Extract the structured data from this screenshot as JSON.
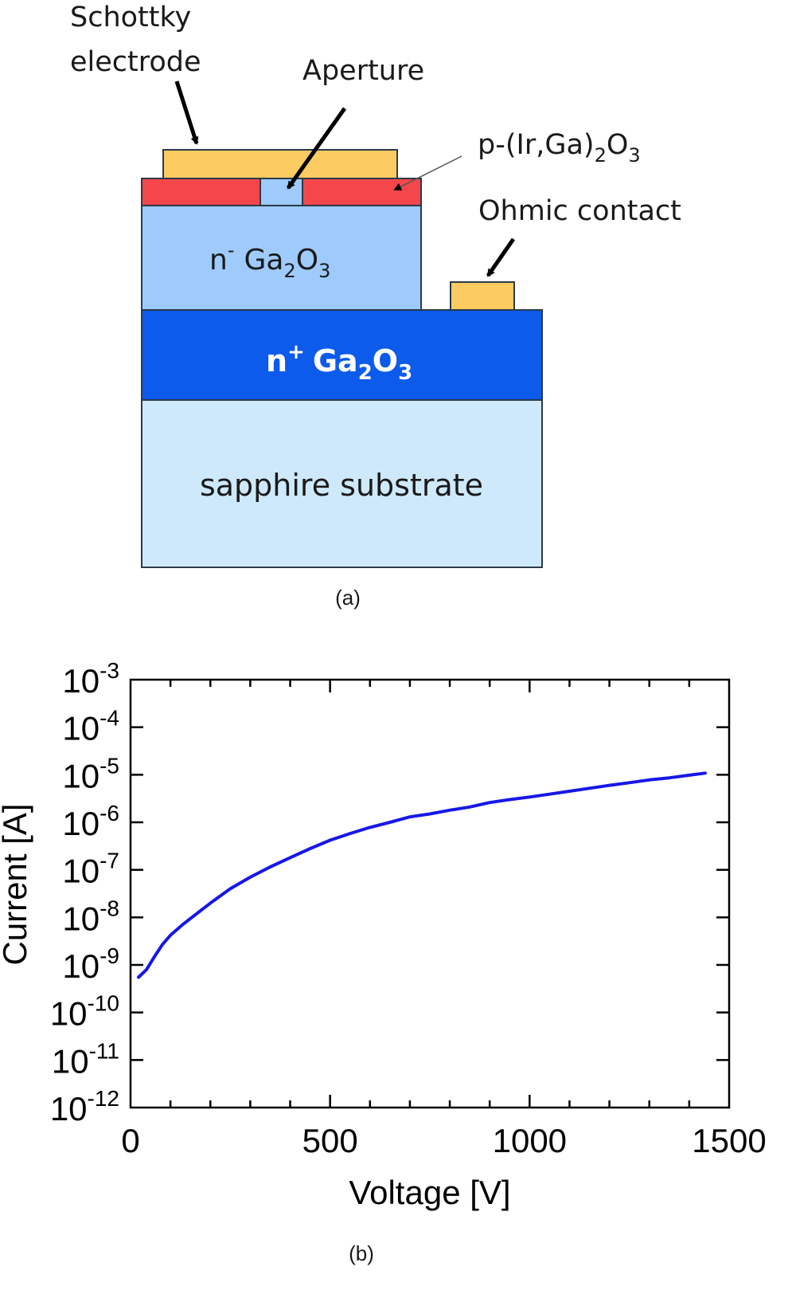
{
  "panel_a": {
    "caption": "(a)",
    "labels": {
      "schottky_line1": "Schottky",
      "schottky_line2": "electrode",
      "aperture": "Aperture",
      "p_layer_prefix": "p-(Ir,Ga)",
      "p_layer_sub": "2",
      "p_layer_mid": "O",
      "p_layer_sub2": "3",
      "ohmic": "Ohmic contact",
      "n_minus_base": "n",
      "n_minus_sup": "-",
      "n_minus_ga": "Ga",
      "n_minus_sub1": "2",
      "n_minus_o": "O",
      "n_minus_sub2": "3",
      "n_plus_base": "n",
      "n_plus_sup": "+",
      "n_plus_ga": "Ga",
      "n_plus_sub1": "2",
      "n_plus_o": "O",
      "n_plus_sub2": "3",
      "substrate": "sapphire substrate"
    },
    "colors": {
      "electrode": "#FCCB62",
      "p_layer": "#F5474B",
      "n_minus": "#9ECBFC",
      "n_plus": "#0C5BEB",
      "substrate": "#CEE9FC",
      "outline": "#2B3A4A"
    }
  },
  "panel_b": {
    "caption": "(b)"
  },
  "chart_data": {
    "type": "line",
    "xlabel": "Voltage [V]",
    "ylabel": "Current [A]",
    "xlim": [
      0,
      1500
    ],
    "ylim": [
      1e-12,
      0.001
    ],
    "yscale": "log",
    "x_ticks": [
      "0",
      "500",
      "1000",
      "1500"
    ],
    "y_ticks": [
      {
        "base": "10",
        "exp": "-12"
      },
      {
        "base": "10",
        "exp": "-11"
      },
      {
        "base": "10",
        "exp": "-10"
      },
      {
        "base": "10",
        "exp": "-9"
      },
      {
        "base": "10",
        "exp": "-8"
      },
      {
        "base": "10",
        "exp": "-7"
      },
      {
        "base": "10",
        "exp": "-6"
      },
      {
        "base": "10",
        "exp": "-5"
      },
      {
        "base": "10",
        "exp": "-4"
      },
      {
        "base": "10",
        "exp": "-3"
      }
    ],
    "grid": false,
    "line_color": "#1717E8",
    "series": [
      {
        "x": [
          20,
          40,
          60,
          80,
          100,
          130,
          160,
          200,
          250,
          300,
          350,
          400,
          450,
          500,
          550,
          600,
          650,
          700,
          750,
          800,
          850,
          900,
          950,
          1000,
          1050,
          1100,
          1150,
          1200,
          1250,
          1300,
          1350,
          1400,
          1440
        ],
        "y": [
          5.5e-10,
          8e-10,
          1.5e-09,
          2.7e-09,
          4.2e-09,
          7e-09,
          1.1e-08,
          2e-08,
          4e-08,
          7e-08,
          1.15e-07,
          1.8e-07,
          2.8e-07,
          4.2e-07,
          5.8e-07,
          7.8e-07,
          1e-06,
          1.3e-06,
          1.5e-06,
          1.8e-06,
          2.1e-06,
          2.6e-06,
          3e-06,
          3.4e-06,
          3.9e-06,
          4.5e-06,
          5.2e-06,
          6e-06,
          6.8e-06,
          7.8e-06,
          8.6e-06,
          9.8e-06,
          1.08e-05
        ]
      }
    ]
  }
}
